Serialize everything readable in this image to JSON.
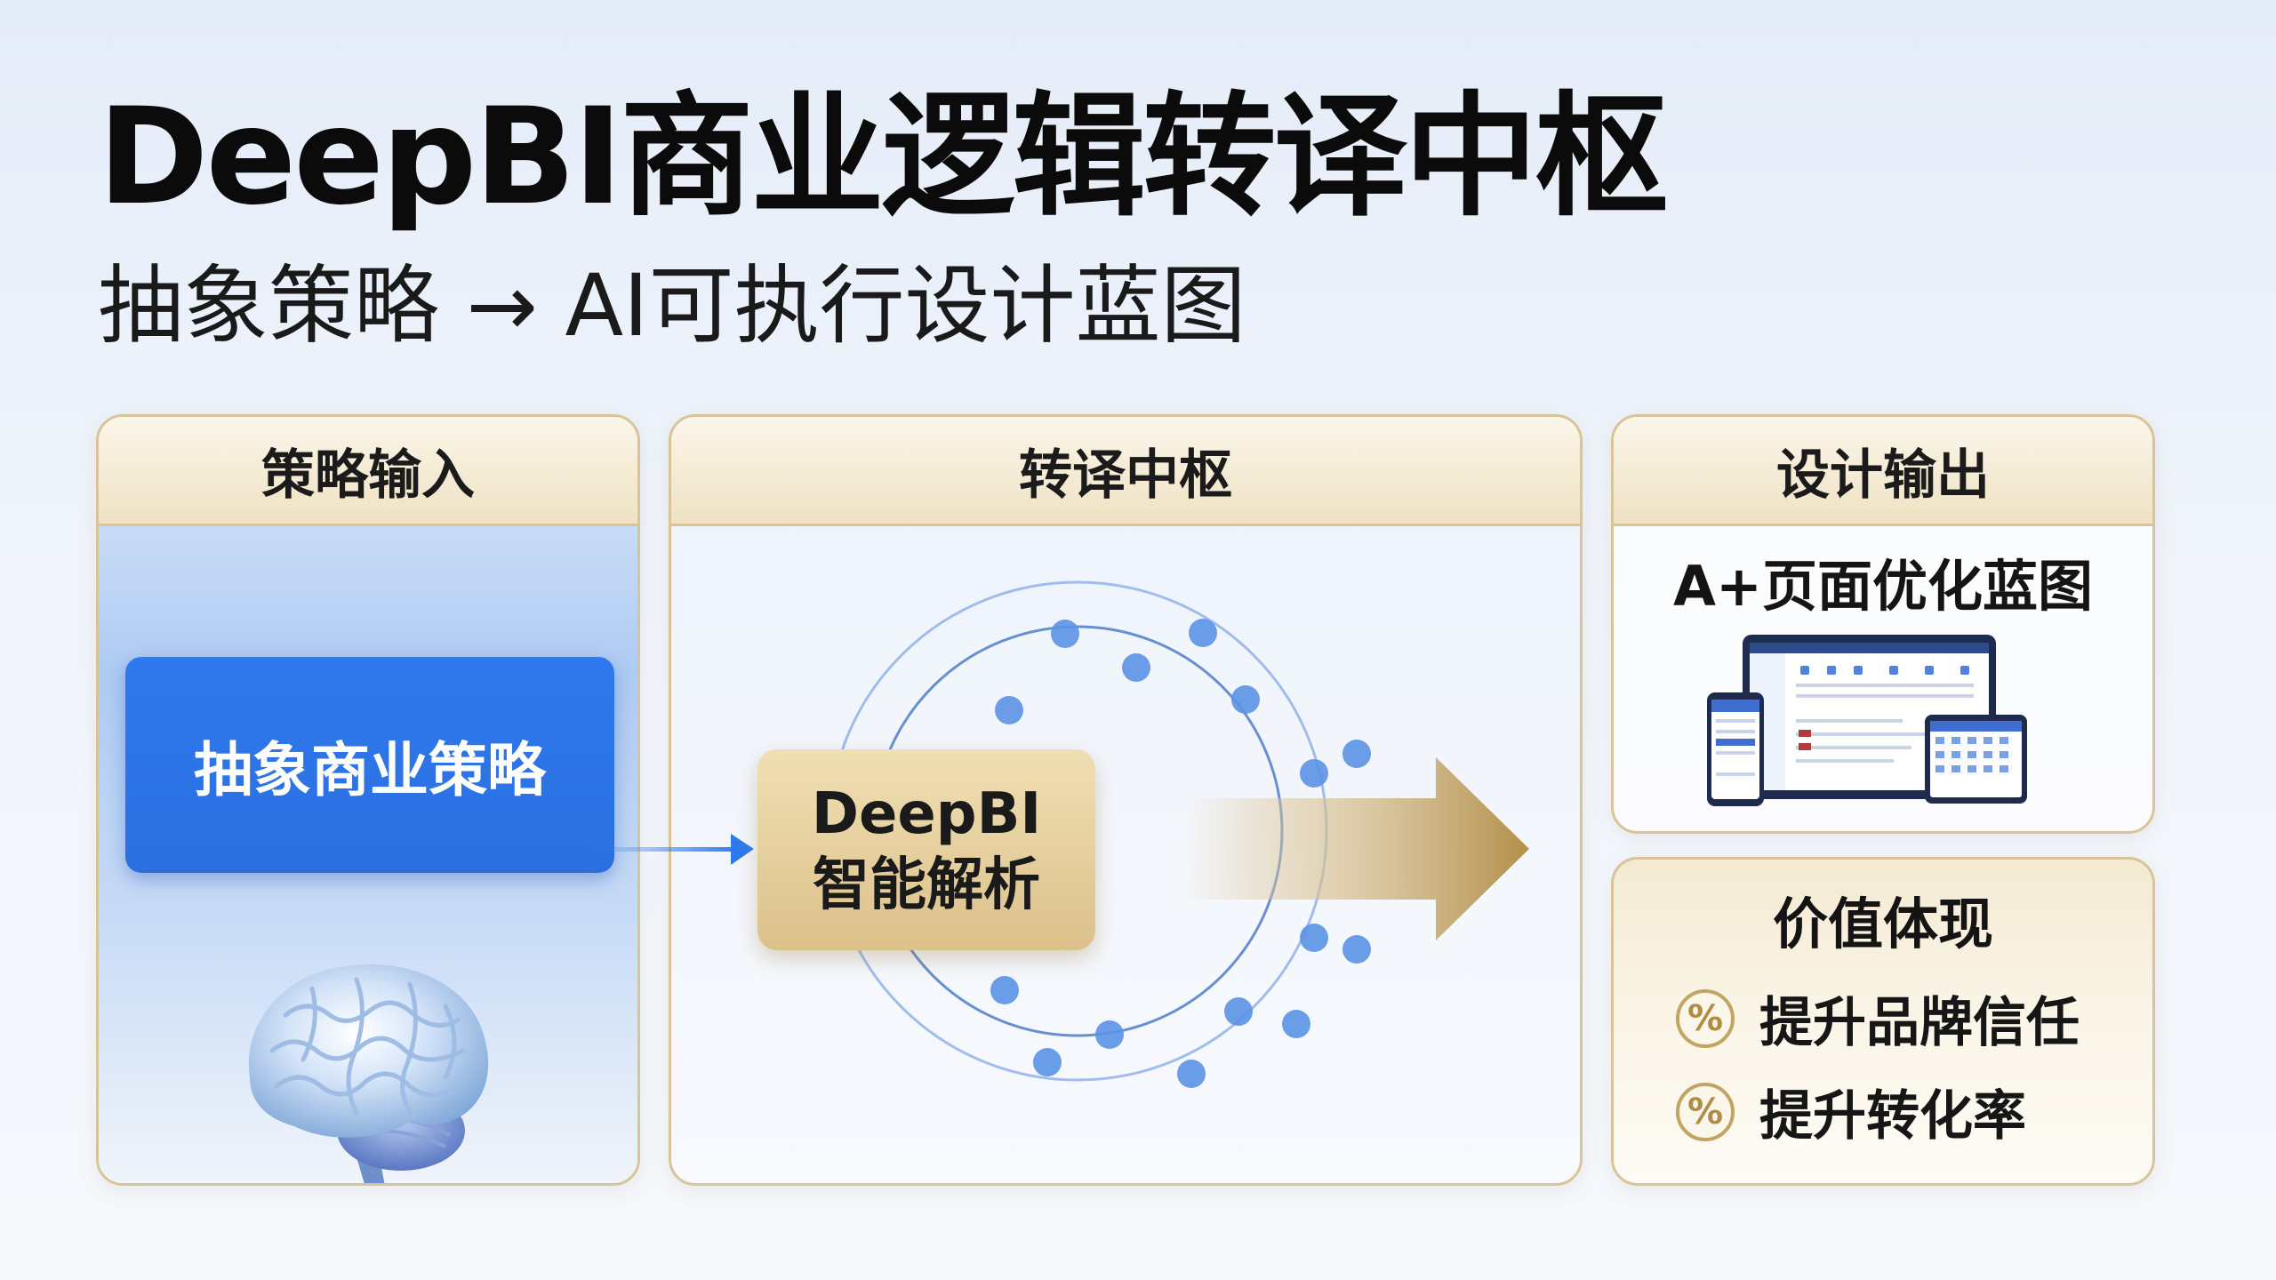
{
  "title": "DeepBI商业逻辑转译中枢",
  "subtitle": "抽象策略 → AI可执行设计蓝图",
  "panels": {
    "input": {
      "header": "策略输入",
      "card_label": "抽象商业策略",
      "icon": "brain-icon"
    },
    "hub": {
      "header": "转译中枢",
      "core_line1": "DeepBI",
      "core_line2": "智能解析",
      "icon": "orbit-ring-icon"
    },
    "output": {
      "header": "设计输出",
      "title": "A+页面优化蓝图",
      "icon": "devices-mockup-icon"
    },
    "value": {
      "title": "价值体现",
      "items": [
        {
          "icon_text": "%",
          "label": "提升品牌信任"
        },
        {
          "icon_text": "%",
          "label": "提升转化率"
        }
      ]
    }
  },
  "colors": {
    "gold_border": "#d8c496",
    "gold_accent": "#c4a462",
    "blue_primary": "#2f79ee",
    "orbit_blue": "#5b92e6"
  }
}
